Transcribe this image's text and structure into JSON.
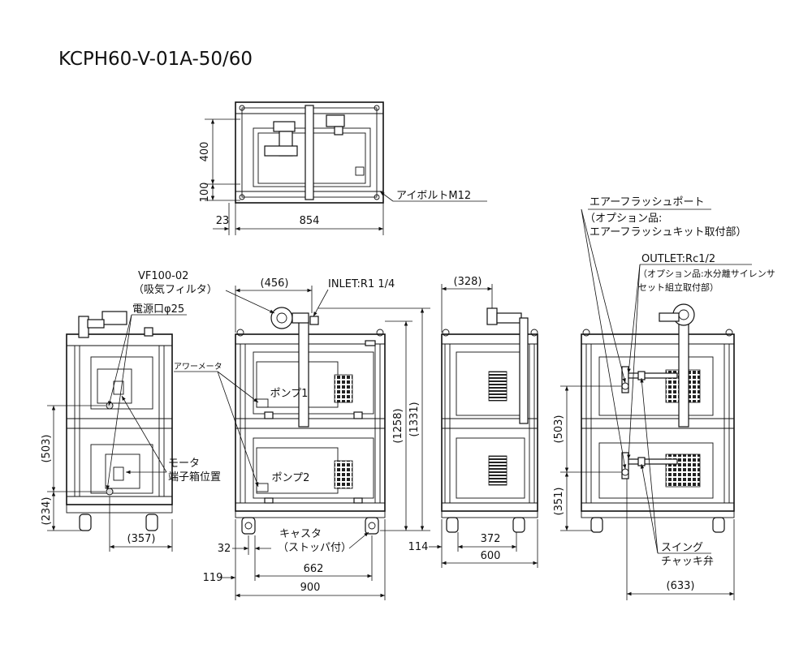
{
  "title": "KCPH60-V-01A-50/60",
  "top_view": {
    "dim_400": "400",
    "dim_100": "100",
    "dim_23": "23",
    "dim_854": "854",
    "eyebolt": "アイボルトM12"
  },
  "left_view": {
    "power_inlet": "電源口φ25",
    "dim_503": "(503)",
    "dim_234": "(234)",
    "dim_357": "(357)",
    "motor_line1": "モータ",
    "motor_line2": "端子箱位置"
  },
  "front_view": {
    "filter_line1": "VF100-02",
    "filter_line2": "（吸気フィルタ）",
    "dim_456": "(456)",
    "inlet": "INLET:R1 1/4",
    "power_meter": "アワーメータ",
    "pump1": "ポンプ1",
    "pump2": "ポンプ2",
    "dim_1258": "(1258)",
    "dim_1331": "(1331)",
    "caster_line1": "キャスタ",
    "caster_line2": "（ストッパ付）",
    "dim_32": "32",
    "dim_662": "662",
    "dim_119": "119",
    "dim_900": "900"
  },
  "side_view": {
    "dim_328": "(328)",
    "dim_114": "114",
    "dim_372": "372",
    "dim_600": "600"
  },
  "rear_view": {
    "air_flush_port": "エアーフラッシュポート",
    "option_line1": "（オプション品:",
    "option_line2": "エアーフラッシュキット取付部）",
    "outlet": "OUTLET:Rc1/2",
    "outlet_option1": "（オプション品:水分離サイレンサ",
    "outlet_option2": "セット組立取付部）",
    "dim_503": "(503)",
    "dim_351": "(351)",
    "check_valve_line1": "スイング",
    "check_valve_line2": "チャッキ弁",
    "dim_633": "(633)"
  },
  "colors": {
    "line": "#111111",
    "background": "#ffffff"
  }
}
